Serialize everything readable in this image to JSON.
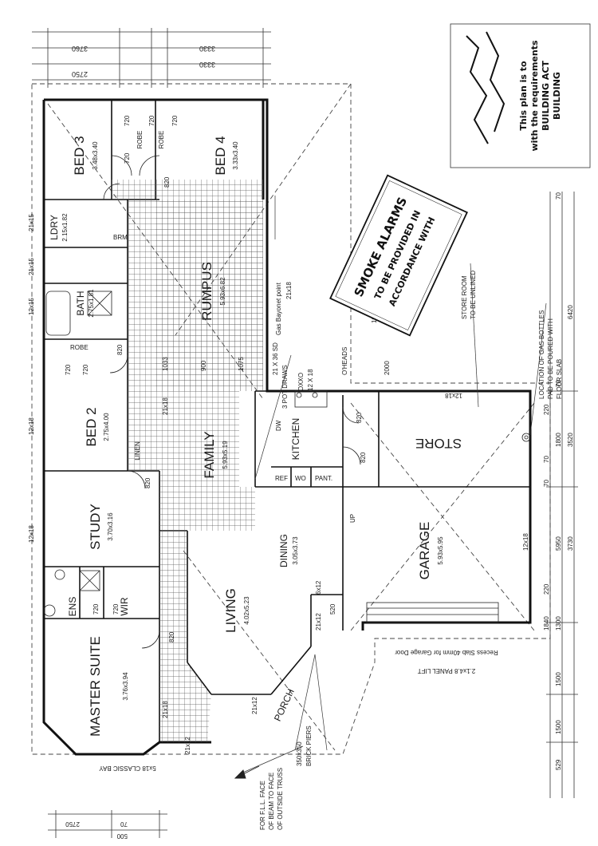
{
  "rooms": [
    {
      "id": "bed3",
      "name": "BED 3",
      "size": "3.48x3.40"
    },
    {
      "id": "bed4",
      "name": "BED 4",
      "size": "3.33x3.40"
    },
    {
      "id": "ldry",
      "name": "LDRY",
      "size": "2.15x1.82"
    },
    {
      "id": "bath",
      "name": "BATH",
      "size": "2.75x1.81"
    },
    {
      "id": "bed2",
      "name": "BED 2",
      "size": "2.75x4.00"
    },
    {
      "id": "study",
      "name": "STUDY",
      "size": "3.70x3.16"
    },
    {
      "id": "ens",
      "name": "ENS",
      "size": ""
    },
    {
      "id": "wir",
      "name": "WIR",
      "size": ""
    },
    {
      "id": "master",
      "name": "MASTER SUITE",
      "size": "3.76x3.94"
    },
    {
      "id": "rumpus",
      "name": "RUMPUS",
      "size": "5.93x6.82"
    },
    {
      "id": "family",
      "name": "FAMILY",
      "size": "5.93x5.19"
    },
    {
      "id": "kitchen",
      "name": "KITCHEN",
      "size": ""
    },
    {
      "id": "living",
      "name": "LIVING",
      "size": "4.02x5.23"
    },
    {
      "id": "dining",
      "name": "DINING",
      "size": "3.05x3.73"
    },
    {
      "id": "porch",
      "name": "PORCH",
      "size": ""
    },
    {
      "id": "garage",
      "name": "GARAGE",
      "size": "5.93x5.95"
    },
    {
      "id": "store",
      "name": "STORE",
      "size": ""
    }
  ],
  "small_labels": {
    "robe_1": "ROBE",
    "robe_2": "ROBE",
    "robe_bath": "ROBE",
    "linen": "LINEN",
    "pant": "PANT.",
    "wo": "WO",
    "brm": "BRM",
    "ref": "REF",
    "dw": "DW"
  },
  "notes": {
    "gas_bayonet": "Gas Bayonet point",
    "pot_draws": "3 POT DRAWS",
    "sd_21x36": "21 X 36 SD",
    "oxxo": "OXXO",
    "oxxo_size": "12 X 18",
    "oheads": "O'HEADS",
    "store_room": "STORE ROOM",
    "store_room_2": "TO BE UNLINED",
    "gas_bottles_1": "LOCATION OF GAS BOTTLES",
    "gas_bottles_2": "PAD TO BE POURED WITH",
    "gas_bottles_3": "FLOOR SLAB",
    "recess_slab": "Recess Slab 40mm for Garage Door",
    "panel_lift": "2.1x4.8 PANEL LIFT",
    "classic_bay": "5x18 CLASSIC BAY",
    "brick_piers": "350x350",
    "brick_piers_2": "BRICK PIERS",
    "face_beam_1": "FOR F.L.L. FACE",
    "face_beam_2": "OF BEAM TO FACE",
    "face_beam_3": "OF OUTSIDE TRUSS",
    "up": "UP"
  },
  "stamps": {
    "smoke_1": "SMOKE ALARMS",
    "smoke_2": "TO BE PROVIDED IN",
    "smoke_3": "ACCORDANCE WITH",
    "approval_1": "This plan is to",
    "approval_2": "with the requirements",
    "approval_3": "BUILDING ACT",
    "approval_4": "BUILDING"
  },
  "dims_top": [
    "3760",
    "3330",
    "2750",
    "3330"
  ],
  "dims_right": [
    "6420",
    "3520",
    "5950",
    "3730",
    "1800",
    "1840",
    "1300",
    "1500",
    "1500",
    "529",
    "220",
    "220",
    "70",
    "70",
    "70",
    "70",
    "2000",
    "1000"
  ],
  "doors": [
    "820",
    "820",
    "820",
    "820",
    "820",
    "820",
    "720",
    "720",
    "720",
    "720",
    "720",
    "720",
    "720",
    "720",
    "520"
  ],
  "windows": [
    "21x15",
    "21x15",
    "12x15",
    "12x18",
    "12x18",
    "21x12",
    "21x12",
    "21x12",
    "6x12",
    "21x18",
    "12x18",
    "12x18",
    "21x18",
    "21x18"
  ],
  "misc_dims": {
    "d_1033": "1033",
    "d_900": "900",
    "d_1075": "1075",
    "bottom_left_1": "2750",
    "bottom_left_2": "70",
    "bottom_left_3": "500"
  }
}
